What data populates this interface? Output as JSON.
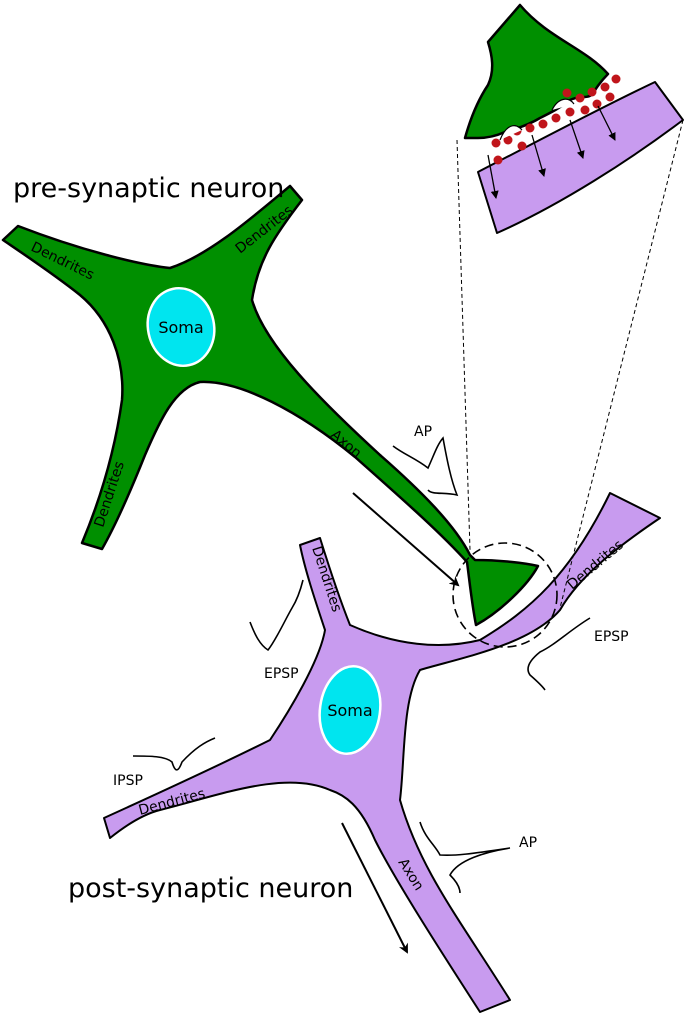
{
  "pre_neuron": {
    "title": "pre-synaptic neuron",
    "soma": "Soma",
    "dendrites_left": "Dendrites",
    "dendrites_top_right": "Dendrites",
    "dendrites_bottom": "Dendrites",
    "axon": "Axon",
    "ap": "AP",
    "color": "#008f00"
  },
  "post_neuron": {
    "title": "post-synaptic neuron",
    "soma": "Soma",
    "dendrites_top": "Dendrites",
    "dendrites_right": "Dendrites",
    "dendrites_left": "Dendrites",
    "axon": "Axon",
    "ap": "AP",
    "epsp_left": "EPSP",
    "epsp_right": "EPSP",
    "ipsp": "IPSP",
    "color": "#c89bef"
  },
  "colors": {
    "soma": "#00e5ef",
    "vesicle": "#c0151b",
    "outline": "#000000"
  }
}
